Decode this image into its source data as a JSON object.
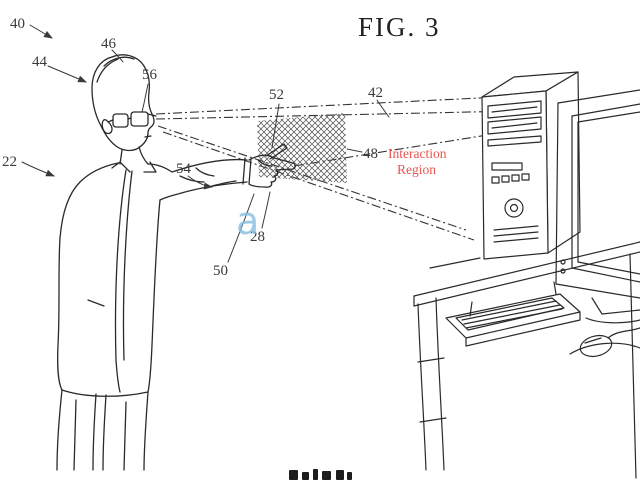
{
  "figure": {
    "title": "FIG. 3",
    "watermark_letter": "a"
  },
  "labels": {
    "ref40": "40",
    "ref42": "42",
    "ref44": "44",
    "ref46": "46",
    "ref48": "48",
    "ref50": "50",
    "ref52": "52",
    "ref54": "54",
    "ref56": "56",
    "ref22": "22",
    "ref28": "28",
    "interaction_region_line1": "Interaction",
    "interaction_region_line2": "Region"
  },
  "colors": {
    "line": "#2a2a2a",
    "label": "#3a3a3a",
    "interaction_text": "#e8534e",
    "watermark": "#85bede",
    "background": "#ffffff"
  }
}
